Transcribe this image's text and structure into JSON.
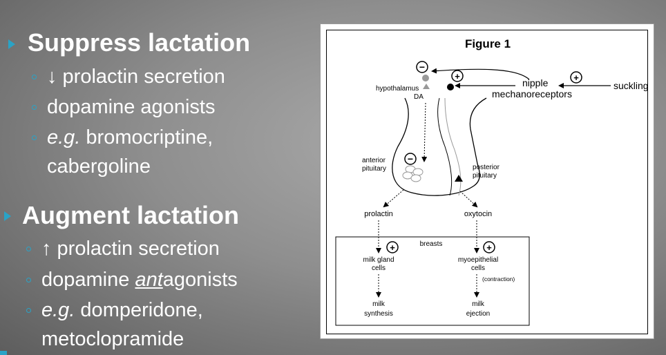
{
  "slide": {
    "section1": {
      "heading": "Suppress lactation",
      "items": [
        "↓ prolactin secretion",
        "dopamine agonists"
      ],
      "eg_prefix": "e.g.",
      "eg_line1": " bromocriptine,",
      "eg_line2": "cabergoline"
    },
    "section2": {
      "heading": "Augment lactation",
      "items": [
        "↑ prolactin secretion"
      ],
      "antagonist_prefix": "dopamine ",
      "antagonist_emph": "ant",
      "antagonist_suffix": "agonists",
      "eg_prefix": "e.g.",
      "eg_line1": " domperidone,",
      "eg_line2": "metoclopramide"
    },
    "accent_color": "#2aa3c6"
  },
  "figure": {
    "title": "Figure 1",
    "labels": {
      "hypothalamus": "hypothalamus",
      "da": "DA",
      "nipple": "nipple",
      "mechanoreceptors": "mechanoreceptors",
      "suckling": "suckling",
      "anterior": "anterior",
      "pituitary_a": "pituitary",
      "posterior": "posterior",
      "pituitary_p": "pituitary",
      "prolactin": "prolactin",
      "oxytocin": "oxytocin",
      "breasts": "breasts",
      "milk_gland": "milk gland",
      "cells_1": "cells",
      "myoepithelial": "myoepithelial",
      "cells_2": "cells",
      "contraction": "(contraction)",
      "milk_1": "milk",
      "synthesis": "synthesis",
      "milk_2": "milk",
      "ejection": "ejection"
    },
    "signs": {
      "minus": "−",
      "plus": "+"
    }
  }
}
